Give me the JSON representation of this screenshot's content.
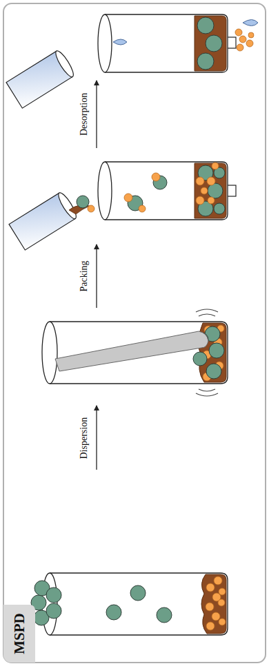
{
  "diagram": {
    "nodes": [
      {
        "text": [
          "MSPD"
        ]
      }
    ],
    "labels": [
      "Dispersion",
      "Packing",
      "Desorption"
    ]
  }
}
